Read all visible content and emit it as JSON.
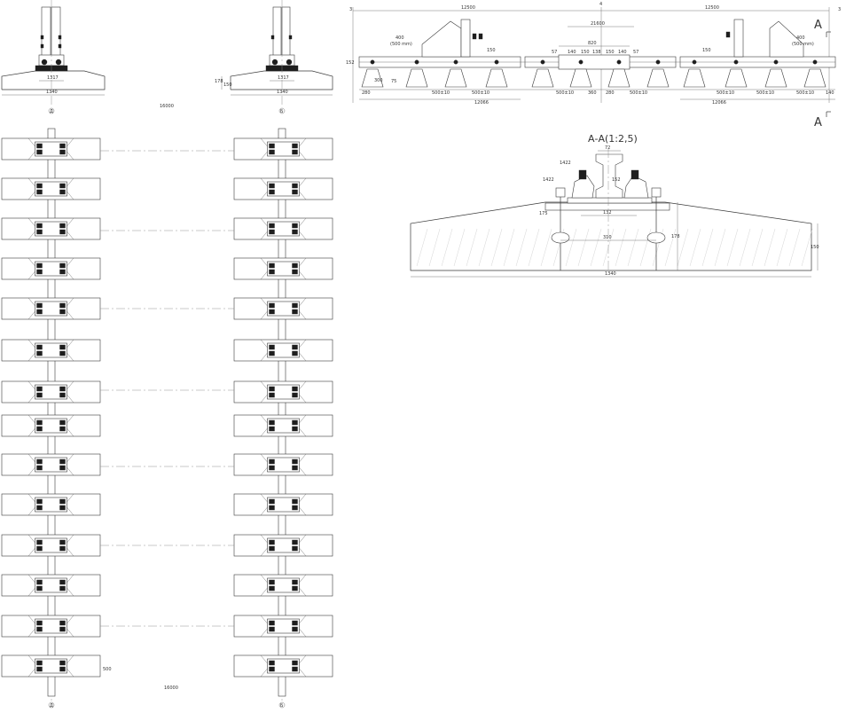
{
  "colors": {
    "line": "#3a3a3a",
    "fill": "#1e1e1e",
    "background": "#ffffff"
  },
  "sections": {
    "left": {
      "label": "Д",
      "width": "1340",
      "gauge": "1317",
      "h1": "178",
      "h2": "150"
    },
    "right": {
      "label": "Б",
      "width": "1340",
      "gauge": "1317"
    },
    "span_top": "16000",
    "span_bottom": "16000"
  },
  "elevation": {
    "axis_left": "3",
    "axis_mid": "4",
    "axis_right": "3",
    "span_left": "12500",
    "span_center": "21600",
    "span_right": "12500",
    "bracket_left_spacing": "400",
    "bracket_left_spacing_note": "(500 mm)",
    "bracket_right_spacing": "400",
    "bracket_right_spacing_note": "(500 mm)",
    "height_left": "150",
    "height_right": "150",
    "rail_height": "152",
    "joint_total": "820",
    "joint_dims": [
      "57",
      "140",
      "150",
      "138",
      "150",
      "140",
      "57"
    ],
    "tie_spacing": "500±10",
    "joint_tie_spacing": "360",
    "joint_offset": "280",
    "edge_left": "280",
    "edge_left2": "300",
    "edge_right": "140",
    "length_left": "12066",
    "length_right": "12066",
    "h_small": "75",
    "section_marker": "А"
  },
  "plan": {
    "left_axis_label": "Д",
    "right_axis_label": "Б",
    "span_label": "16000",
    "tie_gap": "500"
  },
  "detail": {
    "title": "А-А(1:2,5)",
    "d_top": "72",
    "d_left_inner": "1422",
    "d_left_outer": "1422",
    "d_rail_h": "152",
    "d_base": "132",
    "d_bolt_span": "310",
    "d_height_total": "178",
    "d_height_body": "150",
    "d_side": "175",
    "d_length": "1340"
  }
}
